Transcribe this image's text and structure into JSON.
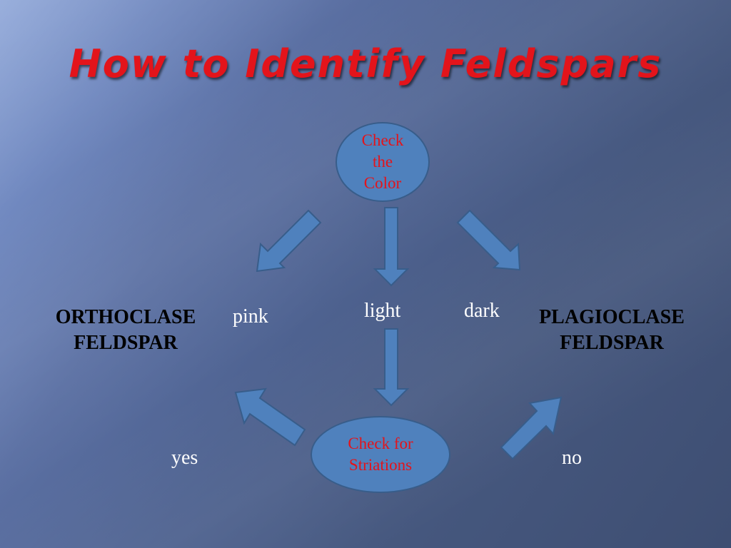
{
  "title": "How to Identify Feldspars",
  "nodes": {
    "check_color": [
      "Check",
      "the",
      "Color"
    ],
    "check_striations": [
      "Check for",
      "Striations"
    ]
  },
  "labels": {
    "pink": "pink",
    "light": "light",
    "dark": "dark",
    "yes": "yes",
    "no": "no"
  },
  "results": {
    "orthoclase": [
      "ORTHOCLASE",
      "FELDSPAR"
    ],
    "plagioclase": [
      "PLAGIOCLASE",
      "FELDSPAR"
    ]
  },
  "colors": {
    "title": "#e3141b",
    "node_fill": "#4f81bd",
    "node_text": "#e3141b",
    "arrow_fill": "#4f81bd"
  }
}
